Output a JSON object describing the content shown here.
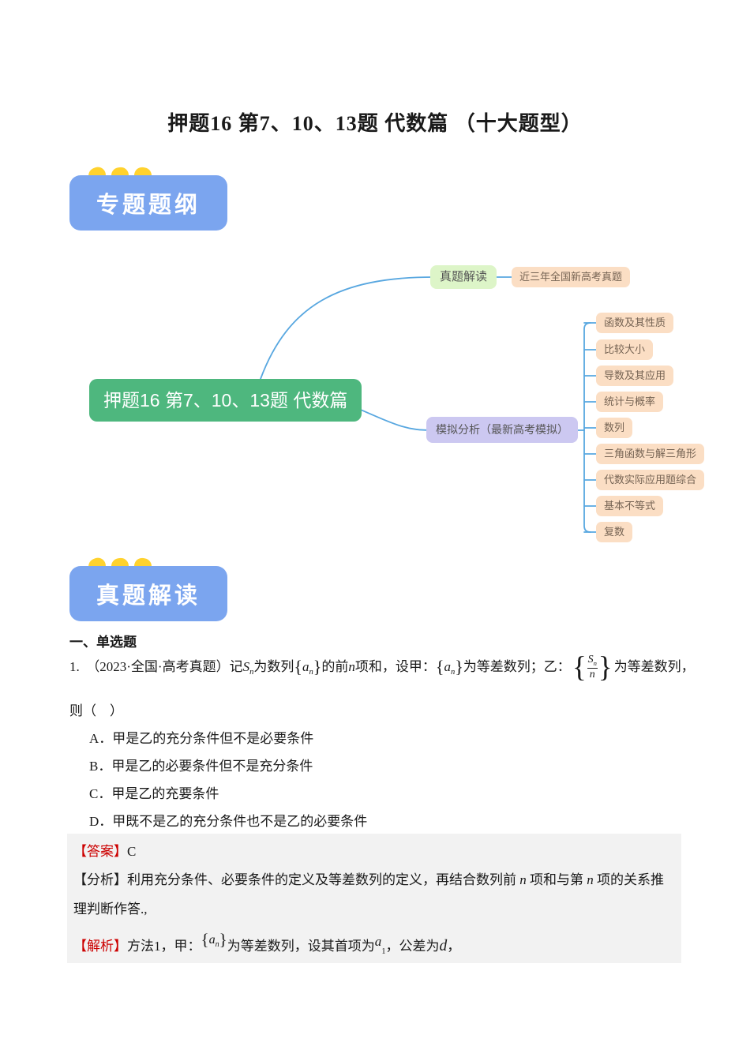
{
  "theme": {
    "badge_blue": "#7ba5ef",
    "badge_yellow": "#ffd22e",
    "center_green": "#4eb77e",
    "zhenti_green": "#ddf5c8",
    "peach": "#fbdec4",
    "lavender": "#ccc8f1",
    "line_blue": "#58a7e0",
    "answer_red": "#cc0000",
    "gray_bg": "#f2f2f2"
  },
  "page": {
    "title": "押题16 第7、10、13题 代数篇 （十大题型）"
  },
  "badges": {
    "outline": "专题题纲",
    "zhenti": "真题解读"
  },
  "mindmap": {
    "center": "押题16 第7、10、13题 代数篇",
    "zhenti_branch": {
      "label": "真题解读",
      "child": "近三年全国新高考真题"
    },
    "moni_branch": {
      "label": "模拟分析（最新高考模拟）"
    },
    "topics": [
      {
        "label": "函数及其性质"
      },
      {
        "label": "比较大小"
      },
      {
        "label": "导数及其应用"
      },
      {
        "label": "统计与概率"
      },
      {
        "label": "数列"
      },
      {
        "label": "三角函数与解三角形"
      },
      {
        "label": "代数实际应用题综合"
      },
      {
        "label": "基本不等式"
      },
      {
        "label": "复数"
      }
    ]
  },
  "section": {
    "heading": "一、单选题"
  },
  "math": {
    "S": "S",
    "a": "a",
    "n": "n",
    "d": "d",
    "one": "1",
    "brace_l": "{",
    "brace_r": "}"
  },
  "question1": {
    "intro": "1.　（2023·全国·高考真题）记",
    "seg_series": "为数列",
    "seg_sum": "的前",
    "seg_sumend": "项和，设甲：",
    "seg_arith1": "为等差数列；乙：",
    "seg_arith2": "为等差数列，",
    "line2": "则（　）",
    "options": [
      {
        "key": "A．",
        "text": "甲是乙的充分条件但不是必要条件"
      },
      {
        "key": "B．",
        "text": "甲是乙的必要条件但不是充分条件"
      },
      {
        "key": "C．",
        "text": "甲是乙的充要条件"
      },
      {
        "key": "D．",
        "text": "甲既不是乙的充分条件也不是乙的必要条件"
      }
    ]
  },
  "answer": {
    "label": "【答案】",
    "value": "C"
  },
  "analysis": {
    "label": "【分析】",
    "text_a": "利用充分条件、必要条件的定义及等差数列的定义，再结合数列前",
    "text_b": "项和与第",
    "text_c": "项的关系推理判断作答.,"
  },
  "solution": {
    "label": "【解析】",
    "text_a": "方法1，甲：",
    "text_b": "为等差数列，设其首项为",
    "text_c": "，公差为",
    "text_d": "，"
  }
}
